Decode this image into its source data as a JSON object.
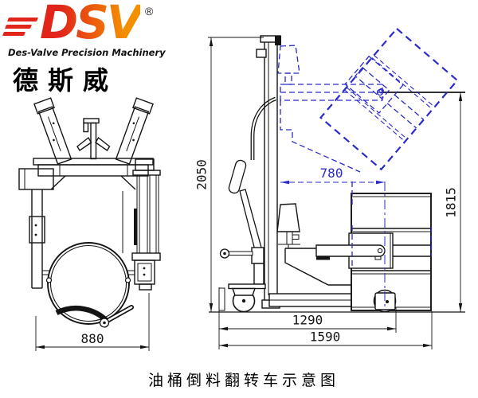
{
  "logo": {
    "brand": "DSV",
    "registered_mark": "®",
    "tagline": "Des-Valve Precision Machinery",
    "chinese_name": "德斯威",
    "brand_gradient_left": "#e1251a",
    "brand_gradient_right": "#f49000"
  },
  "caption": {
    "text": "油桶倒料翻转车示意图"
  },
  "drawing": {
    "description": "two-view engineering schematic of a drum dumping / tilting cart",
    "line_color": "#141414",
    "phantom_color": "#2a2ac9",
    "dimensions": {
      "front_width": "880",
      "overall_height": "2050",
      "tilt_reach": "780",
      "dump_height": "1815",
      "wheelbase": "1290",
      "overall_length": "1590"
    }
  }
}
